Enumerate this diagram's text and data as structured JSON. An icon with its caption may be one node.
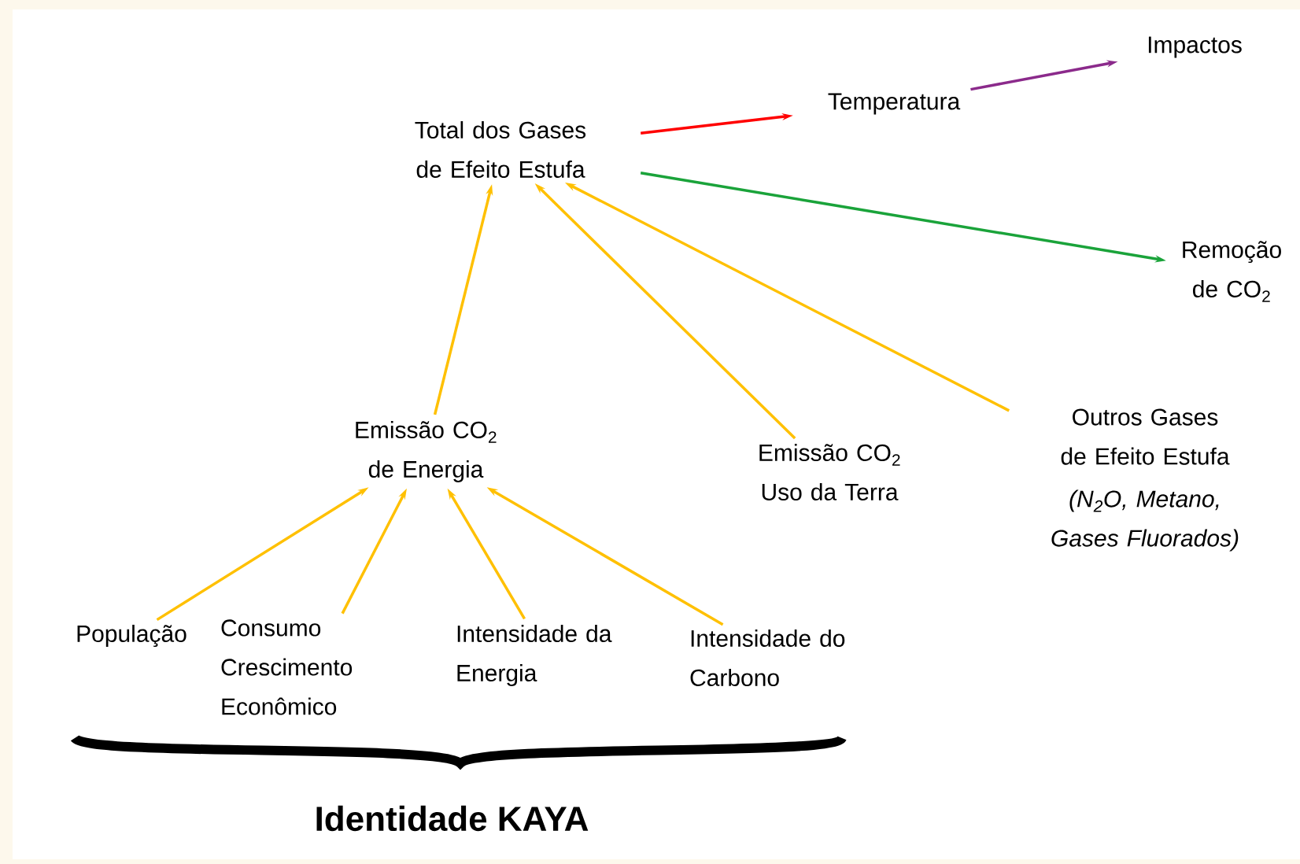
{
  "diagram": {
    "nodes": [
      {
        "text": [
          "Total dos Gases de Efeito Estufa"
        ]
      },
      {
        "text": [
          "Temperatura"
        ]
      },
      {
        "text": [
          "Impactos"
        ]
      },
      {
        "text": [
          "Remoção de CO$_{2}$"
        ]
      },
      {
        "text": [
          "Emissão CO$_{2}$ de Energia"
        ]
      },
      {
        "text": [
          "Emissão CO$_{2}$ Uso da Terra"
        ]
      },
      {
        "text": [
          "Outros Gases de Efeito Estufa",
          "(N$_{2}$O, Metano, Gases Fluorados)"
        ]
      },
      {
        "text": [
          "População"
        ]
      },
      {
        "text": [
          "Consumo Crescimento Econômico"
        ]
      },
      {
        "text": [
          "Intensidade da Energia"
        ]
      },
      {
        "text": [
          "Intensidade do Carbono"
        ]
      }
    ],
    "edges": [
      {
        "from": 0,
        "to": 1,
        "arrow": "to",
        "color": "#ff0000"
      },
      {
        "from": 1,
        "to": 2,
        "arrow": "to",
        "color": "#8b2a8b"
      },
      {
        "from": 0,
        "to": 3,
        "arrow": "to",
        "color": "#1aa33a"
      },
      {
        "from": 4,
        "to": 0,
        "arrow": "to"
      },
      {
        "from": 5,
        "to": 0,
        "arrow": "to"
      },
      {
        "from": 6,
        "to": 0,
        "arrow": "to"
      },
      {
        "from": 7,
        "to": 4,
        "arrow": "to"
      },
      {
        "from": 8,
        "to": 4,
        "arrow": "to"
      },
      {
        "from": 9,
        "to": 4,
        "arrow": "to"
      },
      {
        "from": 10,
        "to": 4,
        "arrow": "to"
      }
    ],
    "labels": [
      "Identidade KAYA"
    ]
  }
}
